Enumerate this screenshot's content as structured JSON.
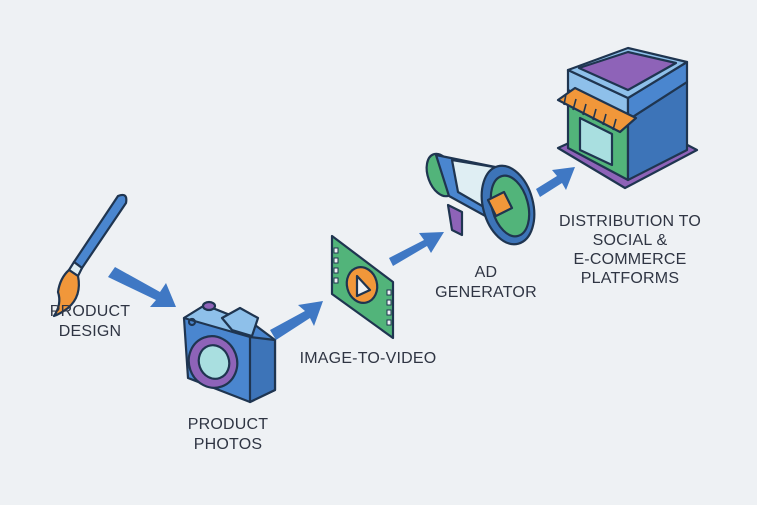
{
  "title": "Product to distribution pipeline",
  "steps": [
    {
      "id": "design",
      "label_lines": [
        "PRODUCT",
        "DESIGN"
      ],
      "icon": "paintbrush-icon"
    },
    {
      "id": "photos",
      "label_lines": [
        "PRODUCT",
        "PHOTOS"
      ],
      "icon": "camera-icon"
    },
    {
      "id": "video",
      "label_lines": [
        "IMAGE-TO-VIDEO"
      ],
      "icon": "film-play-icon"
    },
    {
      "id": "ad",
      "label_lines": [
        "AD",
        "GENERATOR"
      ],
      "icon": "megaphone-icon"
    },
    {
      "id": "distribution",
      "label_lines": [
        "DISTRIBUTION TO",
        "SOCIAL &",
        "E-COMMERCE",
        "PLATFORMS"
      ],
      "icon": "storefront-icon"
    }
  ],
  "colors": {
    "background": "#eef1f4",
    "arrow": "#3f78c4",
    "blue": "#4a86cf",
    "orange": "#f1973a",
    "green": "#52b47a",
    "purple": "#8e63b8",
    "text": "#2f3543"
  }
}
